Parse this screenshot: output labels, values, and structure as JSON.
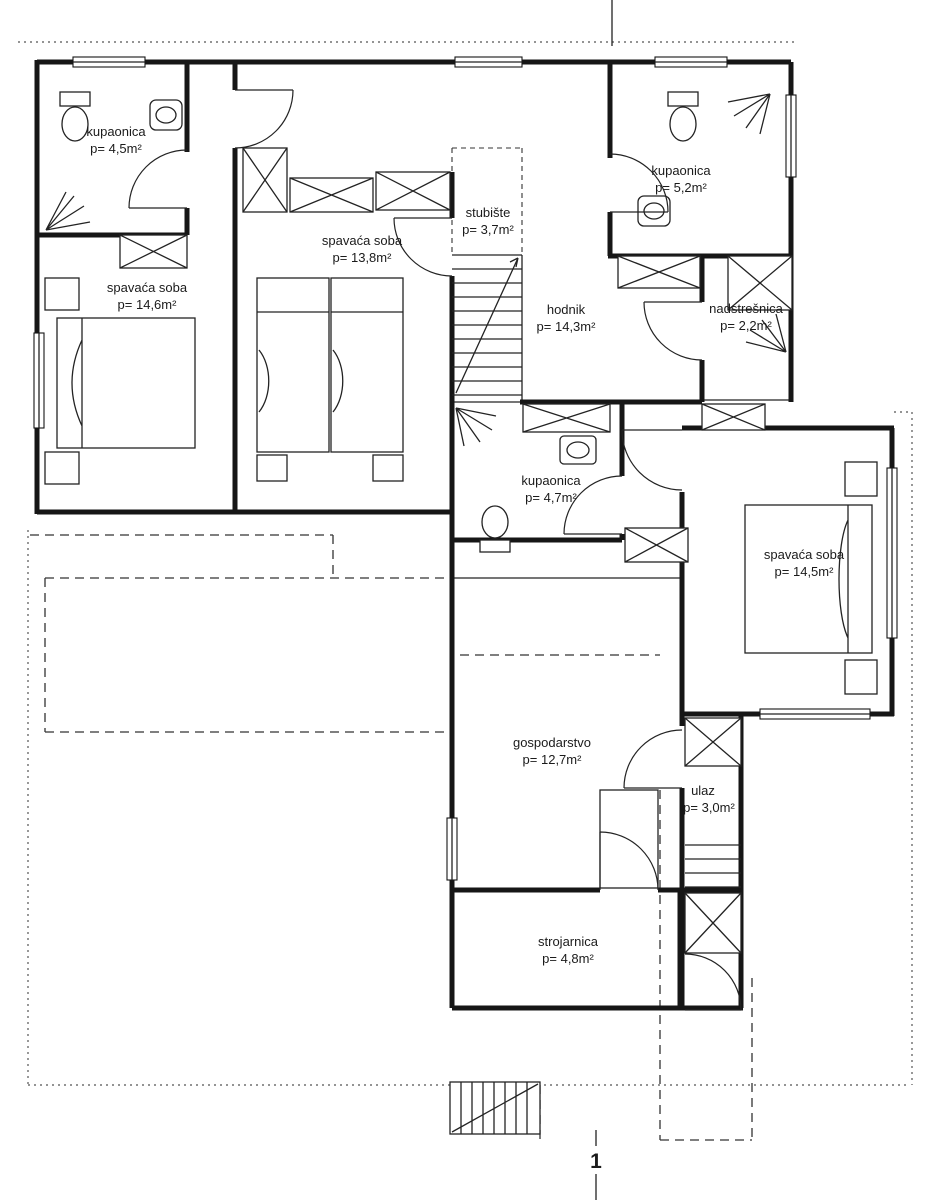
{
  "drawing": {
    "section_marker": "1",
    "rooms": [
      {
        "name": "kupaonica",
        "area": "p= 4,5m²"
      },
      {
        "name": "spavaća soba",
        "area": "p= 14,6m²"
      },
      {
        "name": "spavaća soba",
        "area": "p= 13,8m²"
      },
      {
        "name": "stubište",
        "area": "p= 3,7m²"
      },
      {
        "name": "hodnik",
        "area": "p= 14,3m²"
      },
      {
        "name": "kupaonica",
        "area": "p= 5,2m²"
      },
      {
        "name": "nadstrešnica",
        "area": "p= 2,2m²"
      },
      {
        "name": "kupaonica",
        "area": "p= 4,7m²"
      },
      {
        "name": "spavaća soba",
        "area": "p= 14,5m²"
      },
      {
        "name": "gospodarstvo",
        "area": "p= 12,7m²"
      },
      {
        "name": "ulaz",
        "area": "p= 3,0m²"
      },
      {
        "name": "strojarnica",
        "area": "p= 4,8m²"
      }
    ],
    "colors": {
      "line": "#161616",
      "background": "#ffffff"
    }
  }
}
